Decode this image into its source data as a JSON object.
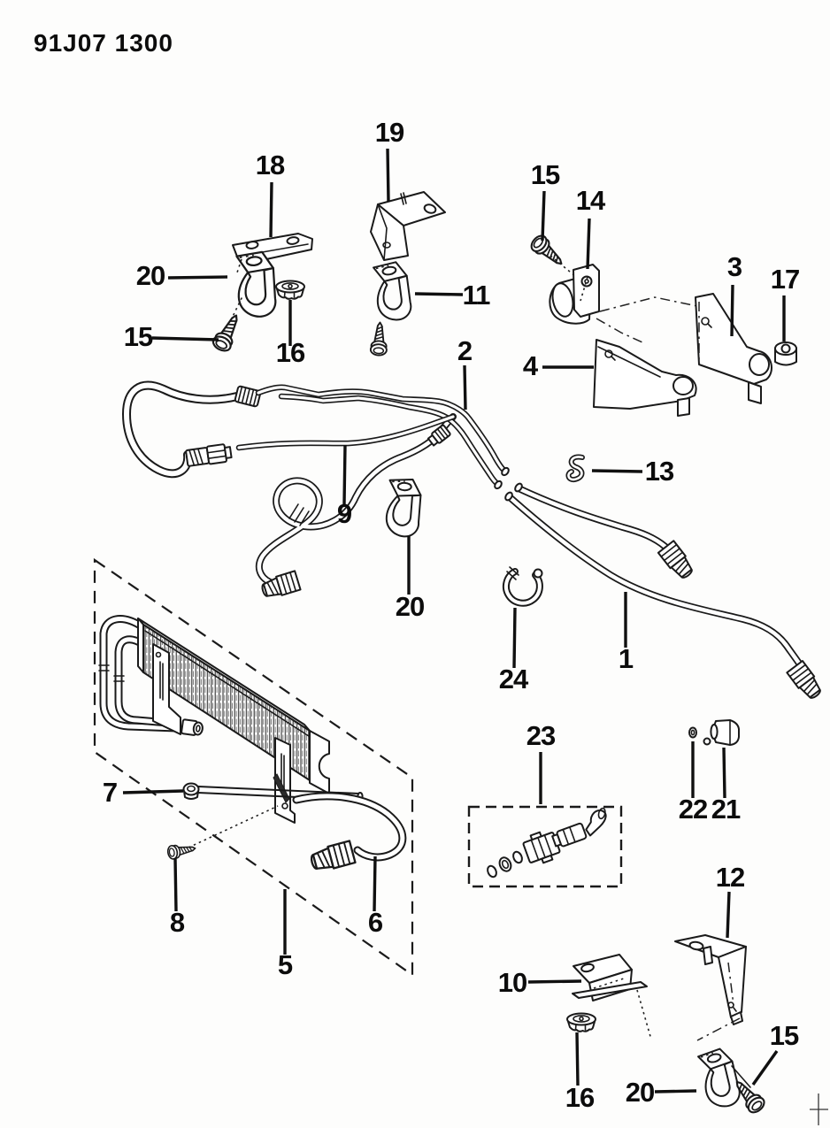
{
  "title": "91J07 1300",
  "callouts": {
    "c18": {
      "label": "18"
    },
    "c19": {
      "label": "19"
    },
    "c20_top": {
      "label": "20"
    },
    "c15_top_left": {
      "label": "15"
    },
    "c16_top": {
      "label": "16"
    },
    "c11": {
      "label": "11"
    },
    "c15_top_right": {
      "label": "15"
    },
    "c14": {
      "label": "14"
    },
    "c3": {
      "label": "3"
    },
    "c17": {
      "label": "17"
    },
    "c4": {
      "label": "4"
    },
    "c2": {
      "label": "2"
    },
    "c13": {
      "label": "13"
    },
    "c9": {
      "label": "9"
    },
    "c20_mid": {
      "label": "20"
    },
    "c1": {
      "label": "1"
    },
    "c24": {
      "label": "24"
    },
    "c23": {
      "label": "23"
    },
    "c22": {
      "label": "22"
    },
    "c21": {
      "label": "21"
    },
    "c12": {
      "label": "12"
    },
    "c7": {
      "label": "7"
    },
    "c8": {
      "label": "8"
    },
    "c5": {
      "label": "5"
    },
    "c6": {
      "label": "6"
    },
    "c10": {
      "label": "10"
    },
    "c16_bottom": {
      "label": "16"
    },
    "c20_bottom": {
      "label": "20"
    },
    "c15_bottom": {
      "label": "15"
    }
  }
}
